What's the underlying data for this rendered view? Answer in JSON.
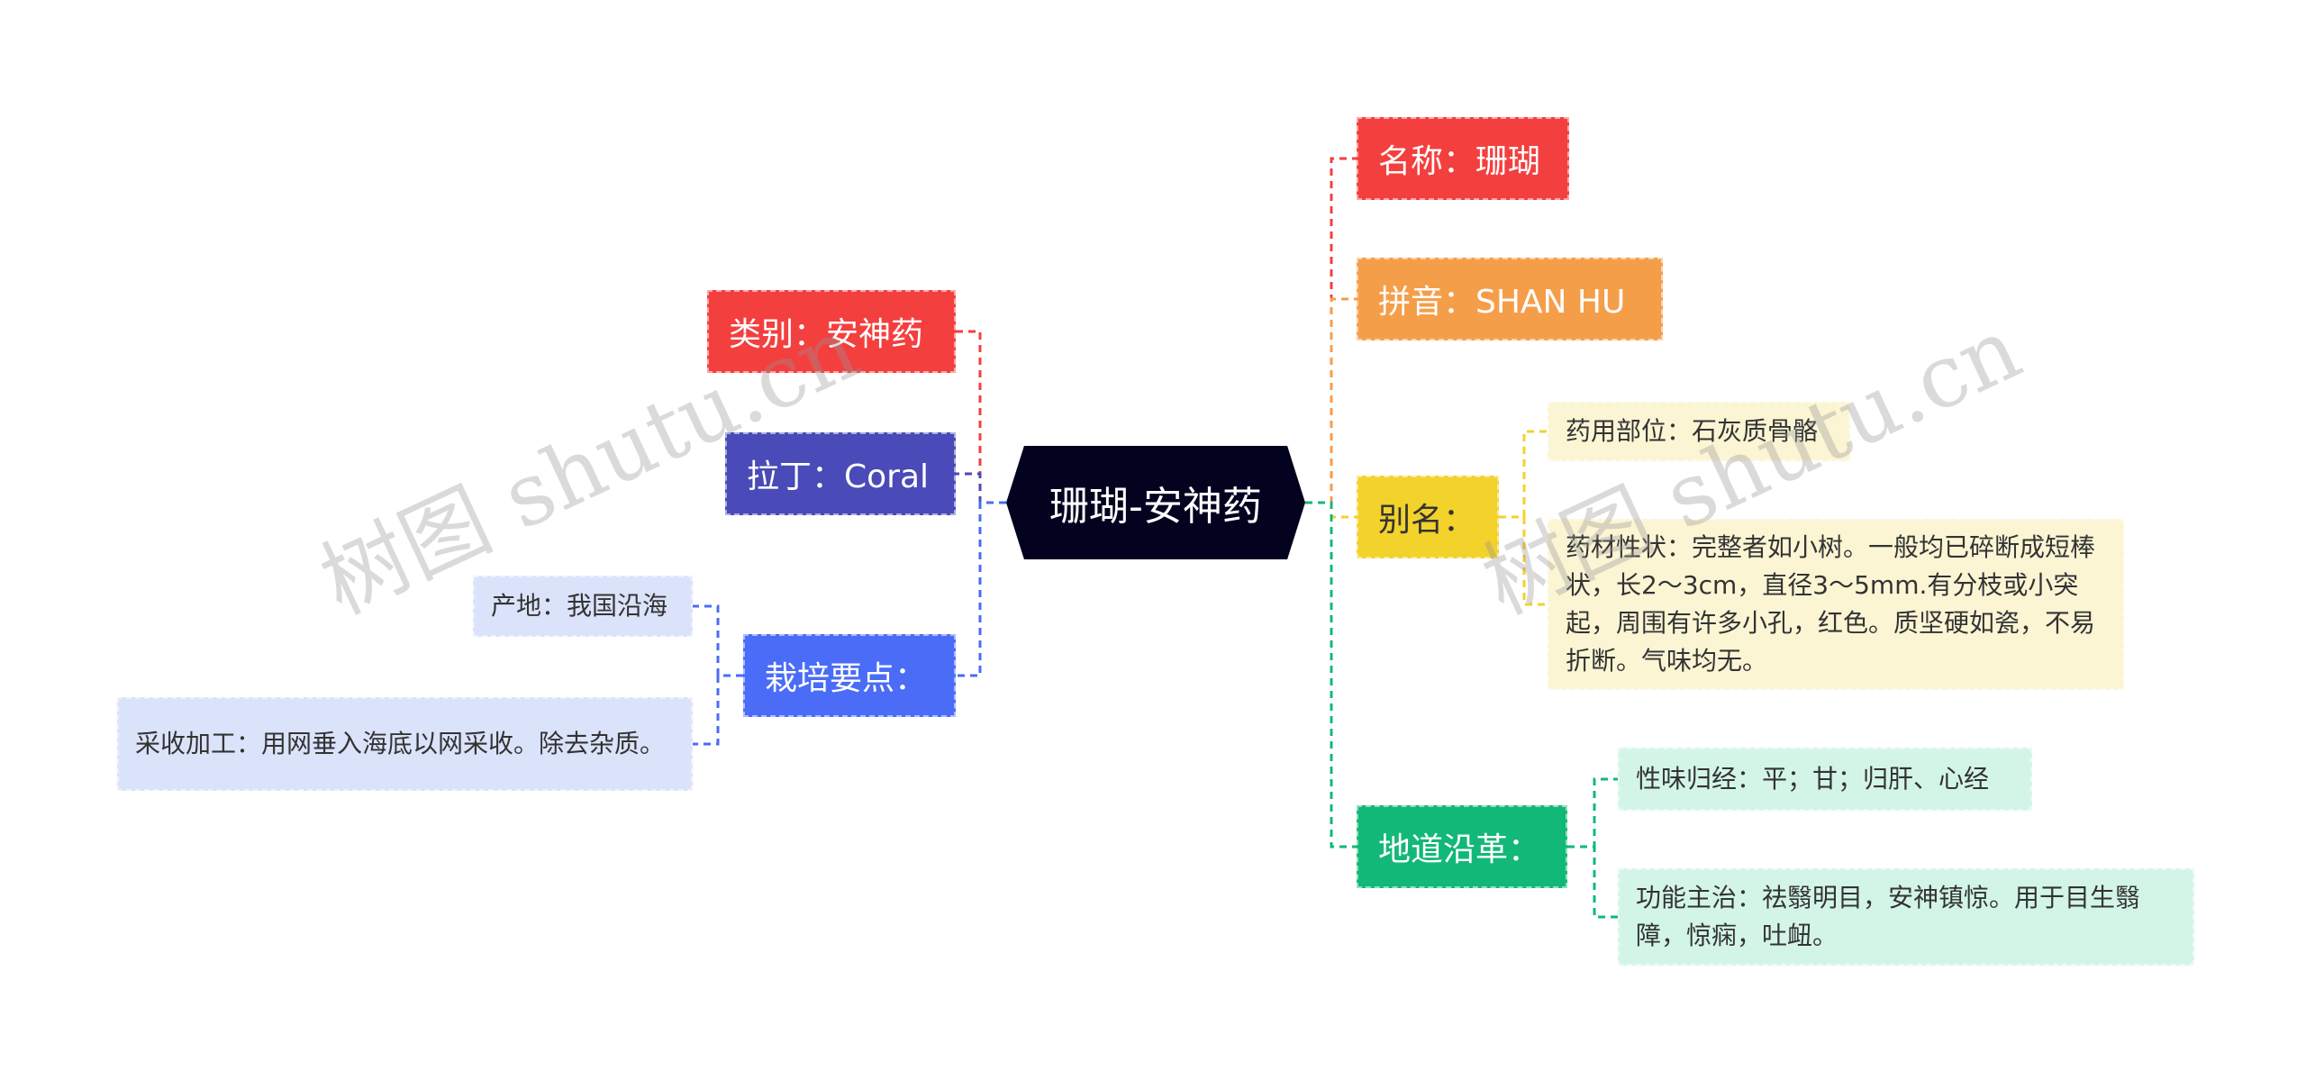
{
  "root": {
    "label": "珊瑚-安神药",
    "color": "#03031f"
  },
  "right": [
    {
      "id": "name",
      "label": "名称：珊瑚",
      "color": "#f43f3f"
    },
    {
      "id": "pinyin",
      "label": "拼音：SHAN HU",
      "color": "#f59e4a"
    },
    {
      "id": "alias",
      "label": "别名：",
      "color": "#f2d22b",
      "children": [
        {
          "id": "alias-c1",
          "label": "药用部位：石灰质骨骼",
          "color": "#fbf5d4"
        },
        {
          "id": "alias-c2",
          "label": "药材性状：完整者如小树。一般均已碎断成短棒状，长2～3cm，直径3～5mm.有分枝或小突起，周围有许多小孔，红色。质坚硬如瓷，不易折断。气味均无。",
          "color": "#fbf5d4"
        }
      ]
    },
    {
      "id": "origin",
      "label": "地道沿革：",
      "color": "#12b877",
      "children": [
        {
          "id": "origin-c1",
          "label": "性味归经：平；甘；归肝、心经",
          "color": "#d3f5e7"
        },
        {
          "id": "origin-c2",
          "label": "功能主治：祛翳明目，安神镇惊。用于目生翳障，惊痫，吐衄。",
          "color": "#d3f5e7"
        }
      ]
    }
  ],
  "left": [
    {
      "id": "category",
      "label": "类别：安神药",
      "color": "#f43f3f"
    },
    {
      "id": "latin",
      "label": "拉丁：Coral",
      "color": "#4a4ab8"
    },
    {
      "id": "cultivation",
      "label": "栽培要点：",
      "color": "#4a6cf7",
      "children": [
        {
          "id": "cult-c1",
          "label": "产地：我国沿海",
          "color": "#dbe3fb"
        },
        {
          "id": "cult-c2",
          "label": "采收加工：用网垂入海底以网采收。除去杂质。",
          "color": "#dbe3fb"
        }
      ]
    }
  ],
  "watermarks": [
    "树图 shutu.cn",
    "树图 shutu.cn"
  ]
}
